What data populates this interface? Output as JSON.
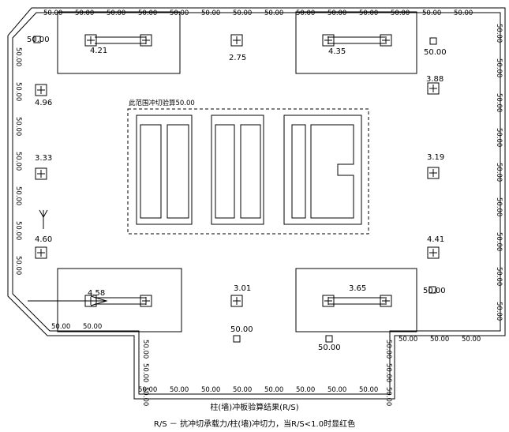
{
  "diagram": {
    "caption_title": "柱(墙)冲板验算结果(R/S)",
    "caption_legend": "R/S － 抗冲切承载力/柱(墙)冲切力，当R/S<1.0时显红色",
    "region_label": "此范围冲切验算50.00",
    "edge_value": "50.00",
    "column_ratios": [
      {
        "id": "c1",
        "value": "50.00"
      },
      {
        "id": "c2",
        "value": "4.21"
      },
      {
        "id": "c3",
        "value": "2.75"
      },
      {
        "id": "c4",
        "value": "4.35"
      },
      {
        "id": "c5",
        "value": "50.00"
      },
      {
        "id": "c6",
        "value": "4.96"
      },
      {
        "id": "c7",
        "value": "3.88"
      },
      {
        "id": "c8",
        "value": "3.33"
      },
      {
        "id": "c9",
        "value": "3.19"
      },
      {
        "id": "c10",
        "value": "4.60"
      },
      {
        "id": "c11",
        "value": "4.41"
      },
      {
        "id": "c12",
        "value": "4.58"
      },
      {
        "id": "c13",
        "value": "3.01"
      },
      {
        "id": "c14",
        "value": "3.65"
      },
      {
        "id": "c15",
        "value": "50.00"
      },
      {
        "id": "c16",
        "value": "50.00"
      },
      {
        "id": "c17",
        "value": "50.00"
      }
    ]
  }
}
